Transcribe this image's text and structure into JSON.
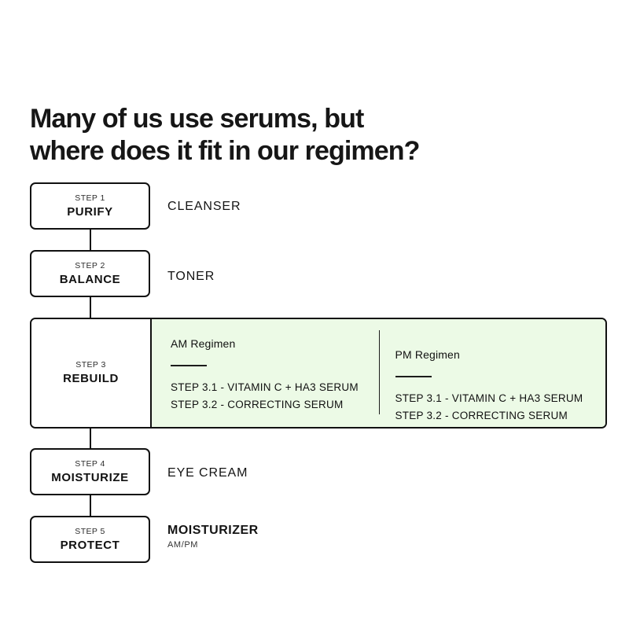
{
  "title": {
    "line1": "Many of us use serums, but",
    "line2": "where does it fit in our regimen?"
  },
  "colors": {
    "background": "#ffffff",
    "ink": "#111111",
    "panel_green": "#ecfae6"
  },
  "steps": [
    {
      "number": "STEP 1",
      "name": "PURIFY",
      "product": "CLEANSER",
      "product_sub": ""
    },
    {
      "number": "STEP 2",
      "name": "BALANCE",
      "product": "TONER",
      "product_sub": ""
    },
    {
      "number": "STEP 3",
      "name": "REBUILD",
      "product": "",
      "product_sub": ""
    },
    {
      "number": "STEP 4",
      "name": "MOISTURIZE",
      "product": "EYE CREAM",
      "product_sub": ""
    },
    {
      "number": "STEP 5",
      "name": "PROTECT",
      "product": "MOISTURIZER",
      "product_sub": "AM/PM"
    }
  ],
  "regimens": [
    {
      "heading": "AM Regimen",
      "items": [
        "STEP 3.1 - VITAMIN C + HA3 SERUM",
        "STEP 3.2 - CORRECTING SERUM"
      ]
    },
    {
      "heading": "PM Regimen",
      "items": [
        "STEP 3.1 - VITAMIN C + HA3 SERUM",
        "STEP 3.2 - CORRECTING SERUM"
      ]
    }
  ]
}
